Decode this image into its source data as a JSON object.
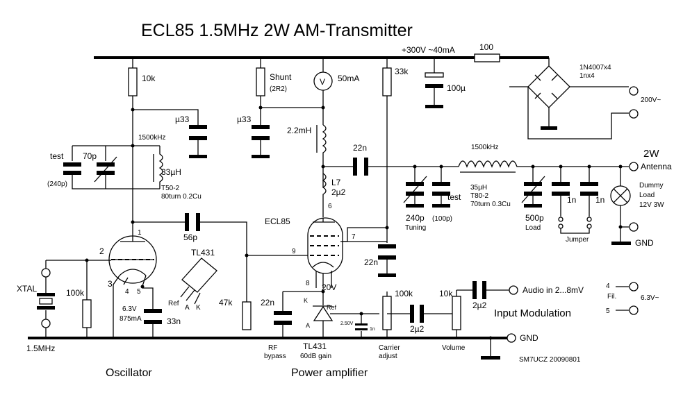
{
  "title": "ECL85  1.5MHz 2W AM-Transmitter",
  "sections": {
    "oscillator": "Oscillator",
    "power_amplifier": "Power amplifier"
  },
  "supply": {
    "label": "+300V  ~40mA",
    "series_resistor": "100",
    "rectifier": "1N4007x4",
    "rectifier_caps": "1nx4",
    "mains": "200V~",
    "reservoir_cap": "100µ"
  },
  "oscillator": {
    "r_anode": "10k",
    "c_decouple": "µ33",
    "freq": "1500kHz",
    "c_test": "test",
    "c_test_value": "(240p)",
    "c_trim": "70p",
    "coil": "33µH",
    "coil_core": "T50-2",
    "coil_wire": "80turn 0.2Cu",
    "c_coupling": "56p",
    "r_grid": "100k",
    "crystal": "XTAL",
    "heater": "6.3V",
    "heater_current": "875mA",
    "c_cathode": "33n",
    "r_grid2": "47k",
    "input_freq": "1.5MHz",
    "pin1": "1",
    "pin2": "2",
    "pin3": "3",
    "pin4": "4",
    "pin5": "5"
  },
  "tl431_package": {
    "name": "TL431",
    "pin_ref": "Ref",
    "pin_a": "A",
    "pin_k": "K"
  },
  "amplifier": {
    "shunt": "Shunt",
    "shunt_value": "(2R2)",
    "meter": "V",
    "meter_current": "50mA",
    "c_decouple": "µ33",
    "choke": "2.2mH",
    "c_coupling": "22n",
    "choke_l7": "L7",
    "choke_l7_value": "2µ2",
    "tube": "ECL85",
    "pin6": "6",
    "pin7": "7",
    "pin8": "8",
    "pin9": "9",
    "screen_resistor": "33k",
    "c_screen": "22n",
    "cathode_voltage": "20V",
    "c_rf_bypass": "22n",
    "rf_bypass": "RF",
    "rf_bypass_2": "bypass",
    "tl431": "TL431",
    "tl431_gain": "60dB gain",
    "tl431_k": "K",
    "tl431_a": "A",
    "tl431_ref": "Ref",
    "ref_voltage": "2.50V",
    "c_ref": "1n",
    "pot_carrier": "100k",
    "carrier": "Carrier",
    "carrier_2": "adjust",
    "c_mod": "2µ2"
  },
  "tank": {
    "freq": "1500kHz",
    "coil": "35µH",
    "coil_core": "T80-2",
    "coil_wire": "70turn 0.3Cu",
    "c_tuning": "240p",
    "tuning": "Tuning",
    "c_test": "test",
    "c_test_value": "(100p)",
    "c_load": "500p",
    "load": "Load",
    "c_jumper1": "1n",
    "c_jumper2": "1n",
    "jumper": "Jumper",
    "output_power": "2W",
    "antenna": "Antenna",
    "dummy_1": "Dummy",
    "dummy_2": "Load",
    "dummy_3": "12V 3W",
    "gnd": "GND"
  },
  "modulation": {
    "pot_volume": "10k",
    "c_audio": "2µ2",
    "audio_in": "Audio in 2...8mV",
    "title": "Input Modulation",
    "volume": "Volume",
    "gnd": "GND"
  },
  "filament": {
    "pin4": "4",
    "pin5": "5",
    "label": "Fil.",
    "voltage": "6.3V~"
  },
  "credit": "SM7UCZ  20090801"
}
